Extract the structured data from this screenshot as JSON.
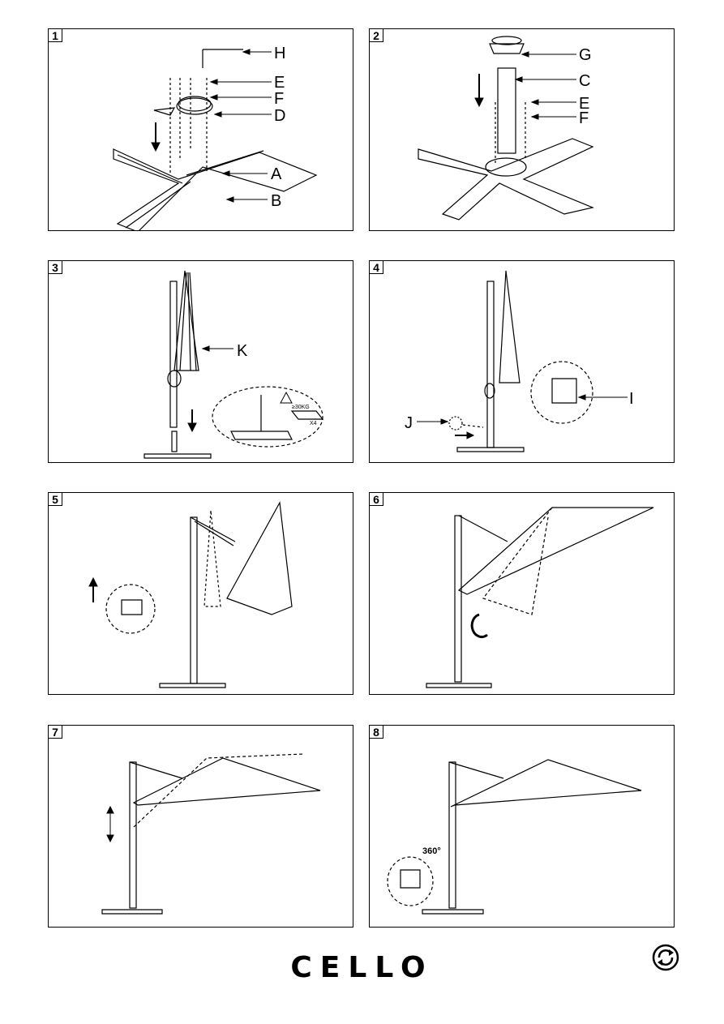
{
  "panels": [
    {
      "number": "1",
      "labels": [
        "H",
        "E",
        "F",
        "D",
        "A",
        "B"
      ]
    },
    {
      "number": "2",
      "labels": [
        "G",
        "C",
        "E",
        "F"
      ]
    },
    {
      "number": "3",
      "labels": [
        "K"
      ],
      "warning": "≥30KG",
      "count": "X4"
    },
    {
      "number": "4",
      "labels": [
        "I",
        "J"
      ]
    },
    {
      "number": "5",
      "labels": []
    },
    {
      "number": "6",
      "labels": []
    },
    {
      "number": "7",
      "labels": []
    },
    {
      "number": "8",
      "labels": [],
      "rotation": "360°"
    }
  ],
  "brand": "CELLO",
  "icons": {
    "footer": "recycle-icon",
    "warning": "warning-triangle-icon"
  }
}
